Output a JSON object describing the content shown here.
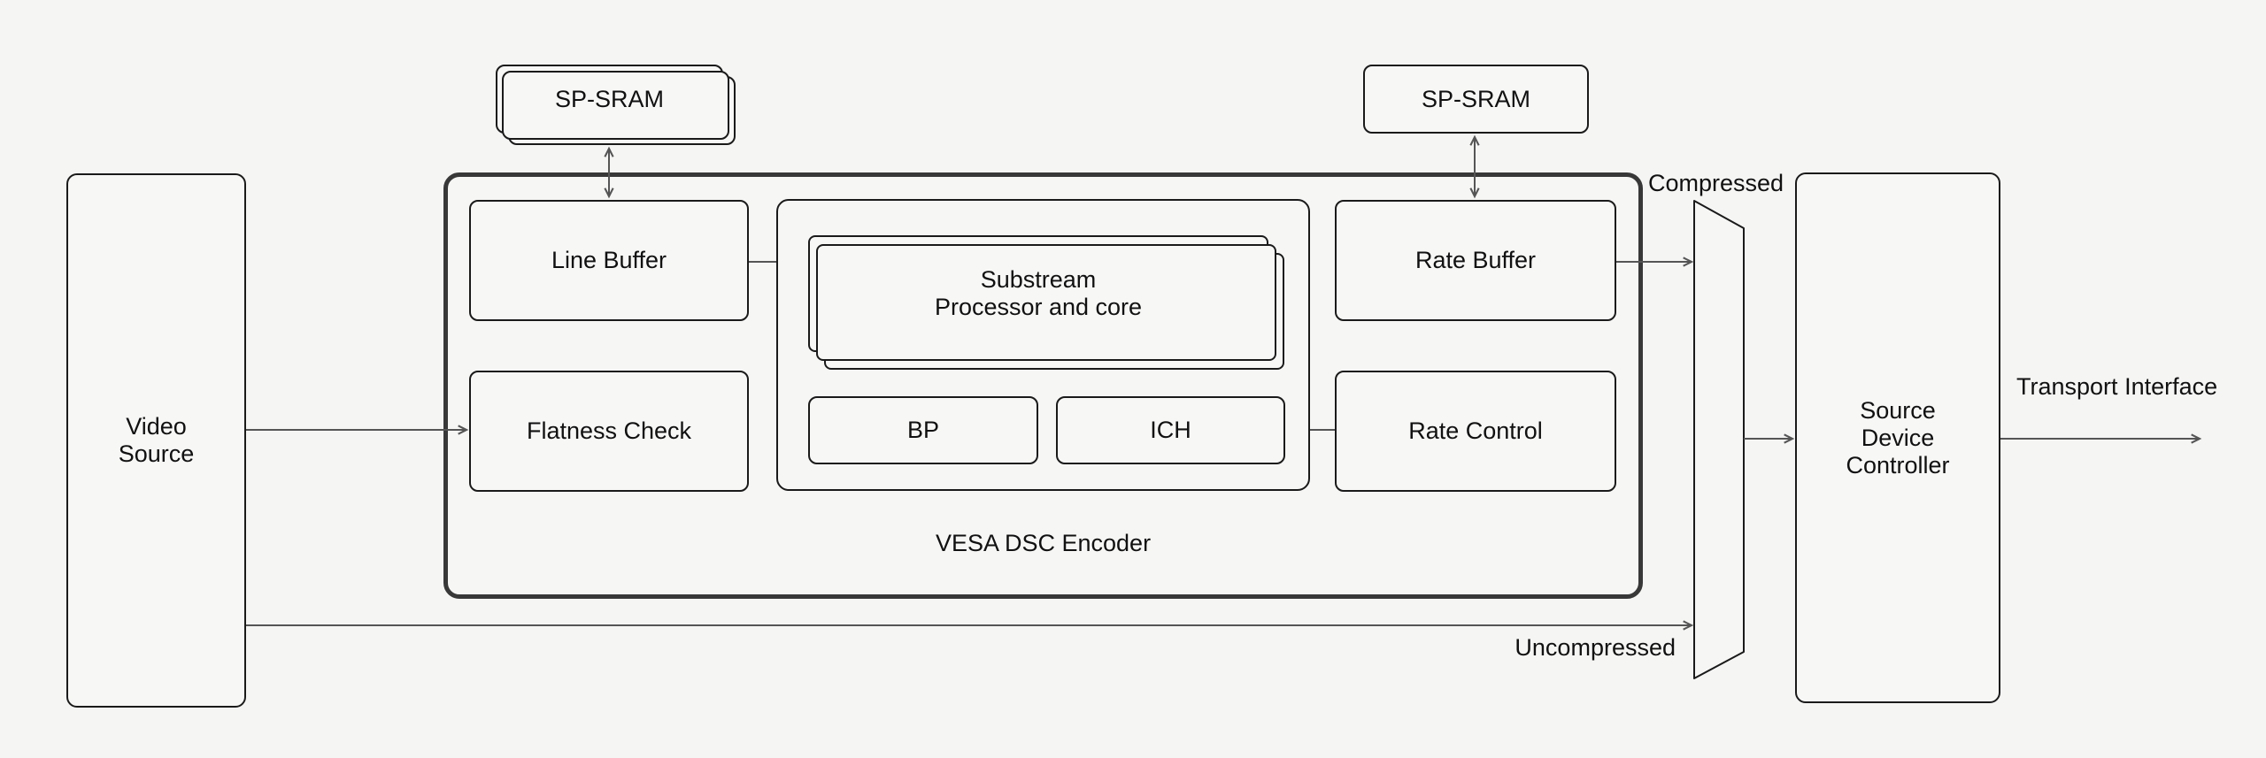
{
  "diagram": {
    "title": "VESA DSC Encoder",
    "nodes": {
      "video_source": {
        "lines": [
          "Video",
          "Source"
        ]
      },
      "sp_sram_left": {
        "label": "SP-SRAM"
      },
      "sp_sram_right": {
        "label": "SP-SRAM"
      },
      "line_buffer": {
        "label": "Line Buffer"
      },
      "flatness_check": {
        "label": "Flatness Check"
      },
      "substream_processor": {
        "lines": [
          "Substream",
          "Processor and core"
        ]
      },
      "bp": {
        "label": "BP"
      },
      "ich": {
        "label": "ICH"
      },
      "rate_buffer": {
        "label": "Rate Buffer"
      },
      "rate_control": {
        "label": "Rate Control"
      },
      "encoder_frame": {
        "label": "VESA DSC Encoder"
      },
      "source_device_controller": {
        "lines": [
          "Source",
          "Device",
          "Controller"
        ]
      }
    },
    "edge_labels": {
      "compressed": "Compressed",
      "uncompressed": "Uncompressed",
      "transport": {
        "lines": [
          "Transport",
          "Interface"
        ]
      }
    },
    "colors": {
      "background": "#f5f5f4",
      "node_fill": "#f7f7f6",
      "node_border": "#1a1a1a",
      "frame_border": "#383838",
      "wire": "#555555",
      "text": "#111111"
    }
  }
}
